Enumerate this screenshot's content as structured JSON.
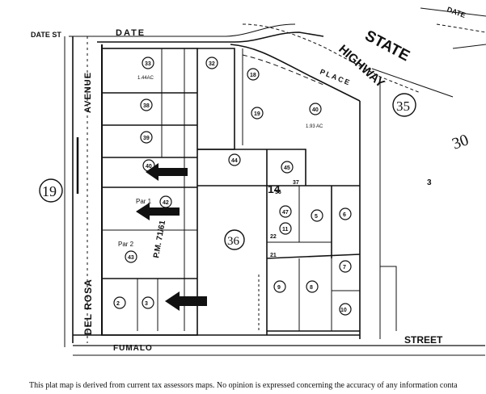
{
  "map": {
    "streets": {
      "date_st": "DATE ST",
      "date": "DATE",
      "date_corner": "DATE",
      "place": "PLACE",
      "state": "STATE",
      "highway": "HIGHWAY",
      "avenue": "AVENUE",
      "del_rosa": "DEL ROSA",
      "fumalo": "FUMALO",
      "street": "STREET"
    },
    "map_pages": {
      "p19": "19",
      "p35": "35",
      "p30": "30",
      "p36": "36",
      "p14": "14",
      "p3": "3"
    },
    "acreage": {
      "a1": "1.44AC",
      "a2": "1.93 AC"
    },
    "parcel_map_ref": "P.M. 71/61",
    "parcel_labels": {
      "par1": "Par 1",
      "par2": "Par 2"
    },
    "parcels": {
      "c1": "33",
      "c2": "38",
      "c3": "39",
      "c4": "40",
      "c5": "42",
      "c6": "43",
      "c7": "32",
      "c8": "18",
      "c9": "19",
      "c10": "40",
      "c11": "44",
      "c12": "45",
      "c13": "47",
      "c14": "5",
      "c15": "6",
      "c16": "7",
      "c17": "8",
      "c18": "9",
      "c19": "10",
      "c20": "11",
      "c21": "2",
      "c22": "3",
      "c23": "22",
      "c24": "21",
      "c25": "36",
      "c26": "37"
    }
  },
  "disclaimer": "This plat map is derived from current tax assessors maps.  No opinion is expressed concerning the accuracy of any information conta"
}
